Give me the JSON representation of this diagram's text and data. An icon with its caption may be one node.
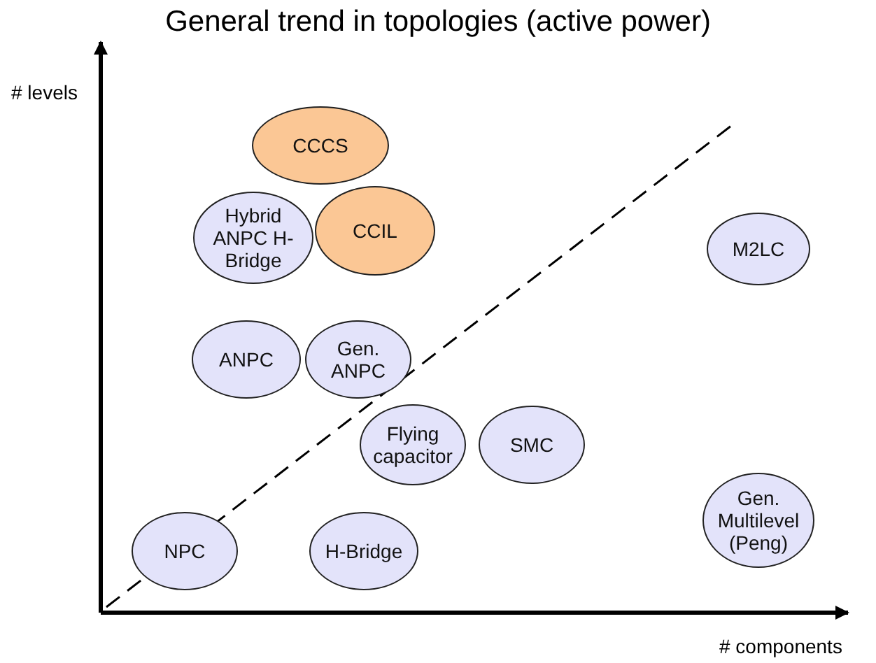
{
  "diagram": {
    "title": "General trend in topologies (active power)",
    "nodes": [
      {
        "text": [
          "CCCS"
        ]
      },
      {
        "text": [
          "Hybrid ANPC H-Bridge"
        ]
      },
      {
        "text": [
          "CCIL"
        ]
      },
      {
        "text": [
          "M2LC"
        ]
      },
      {
        "text": [
          "ANPC"
        ]
      },
      {
        "text": [
          "Gen. ANPC"
        ]
      },
      {
        "text": [
          "Flying capacitor"
        ]
      },
      {
        "text": [
          "SMC"
        ]
      },
      {
        "text": [
          "Gen. Multilevel (Peng)"
        ]
      },
      {
        "text": [
          "NPC"
        ]
      },
      {
        "text": [
          "H-Bridge"
        ]
      }
    ],
    "labels": [
      "# levels",
      "# components"
    ]
  }
}
